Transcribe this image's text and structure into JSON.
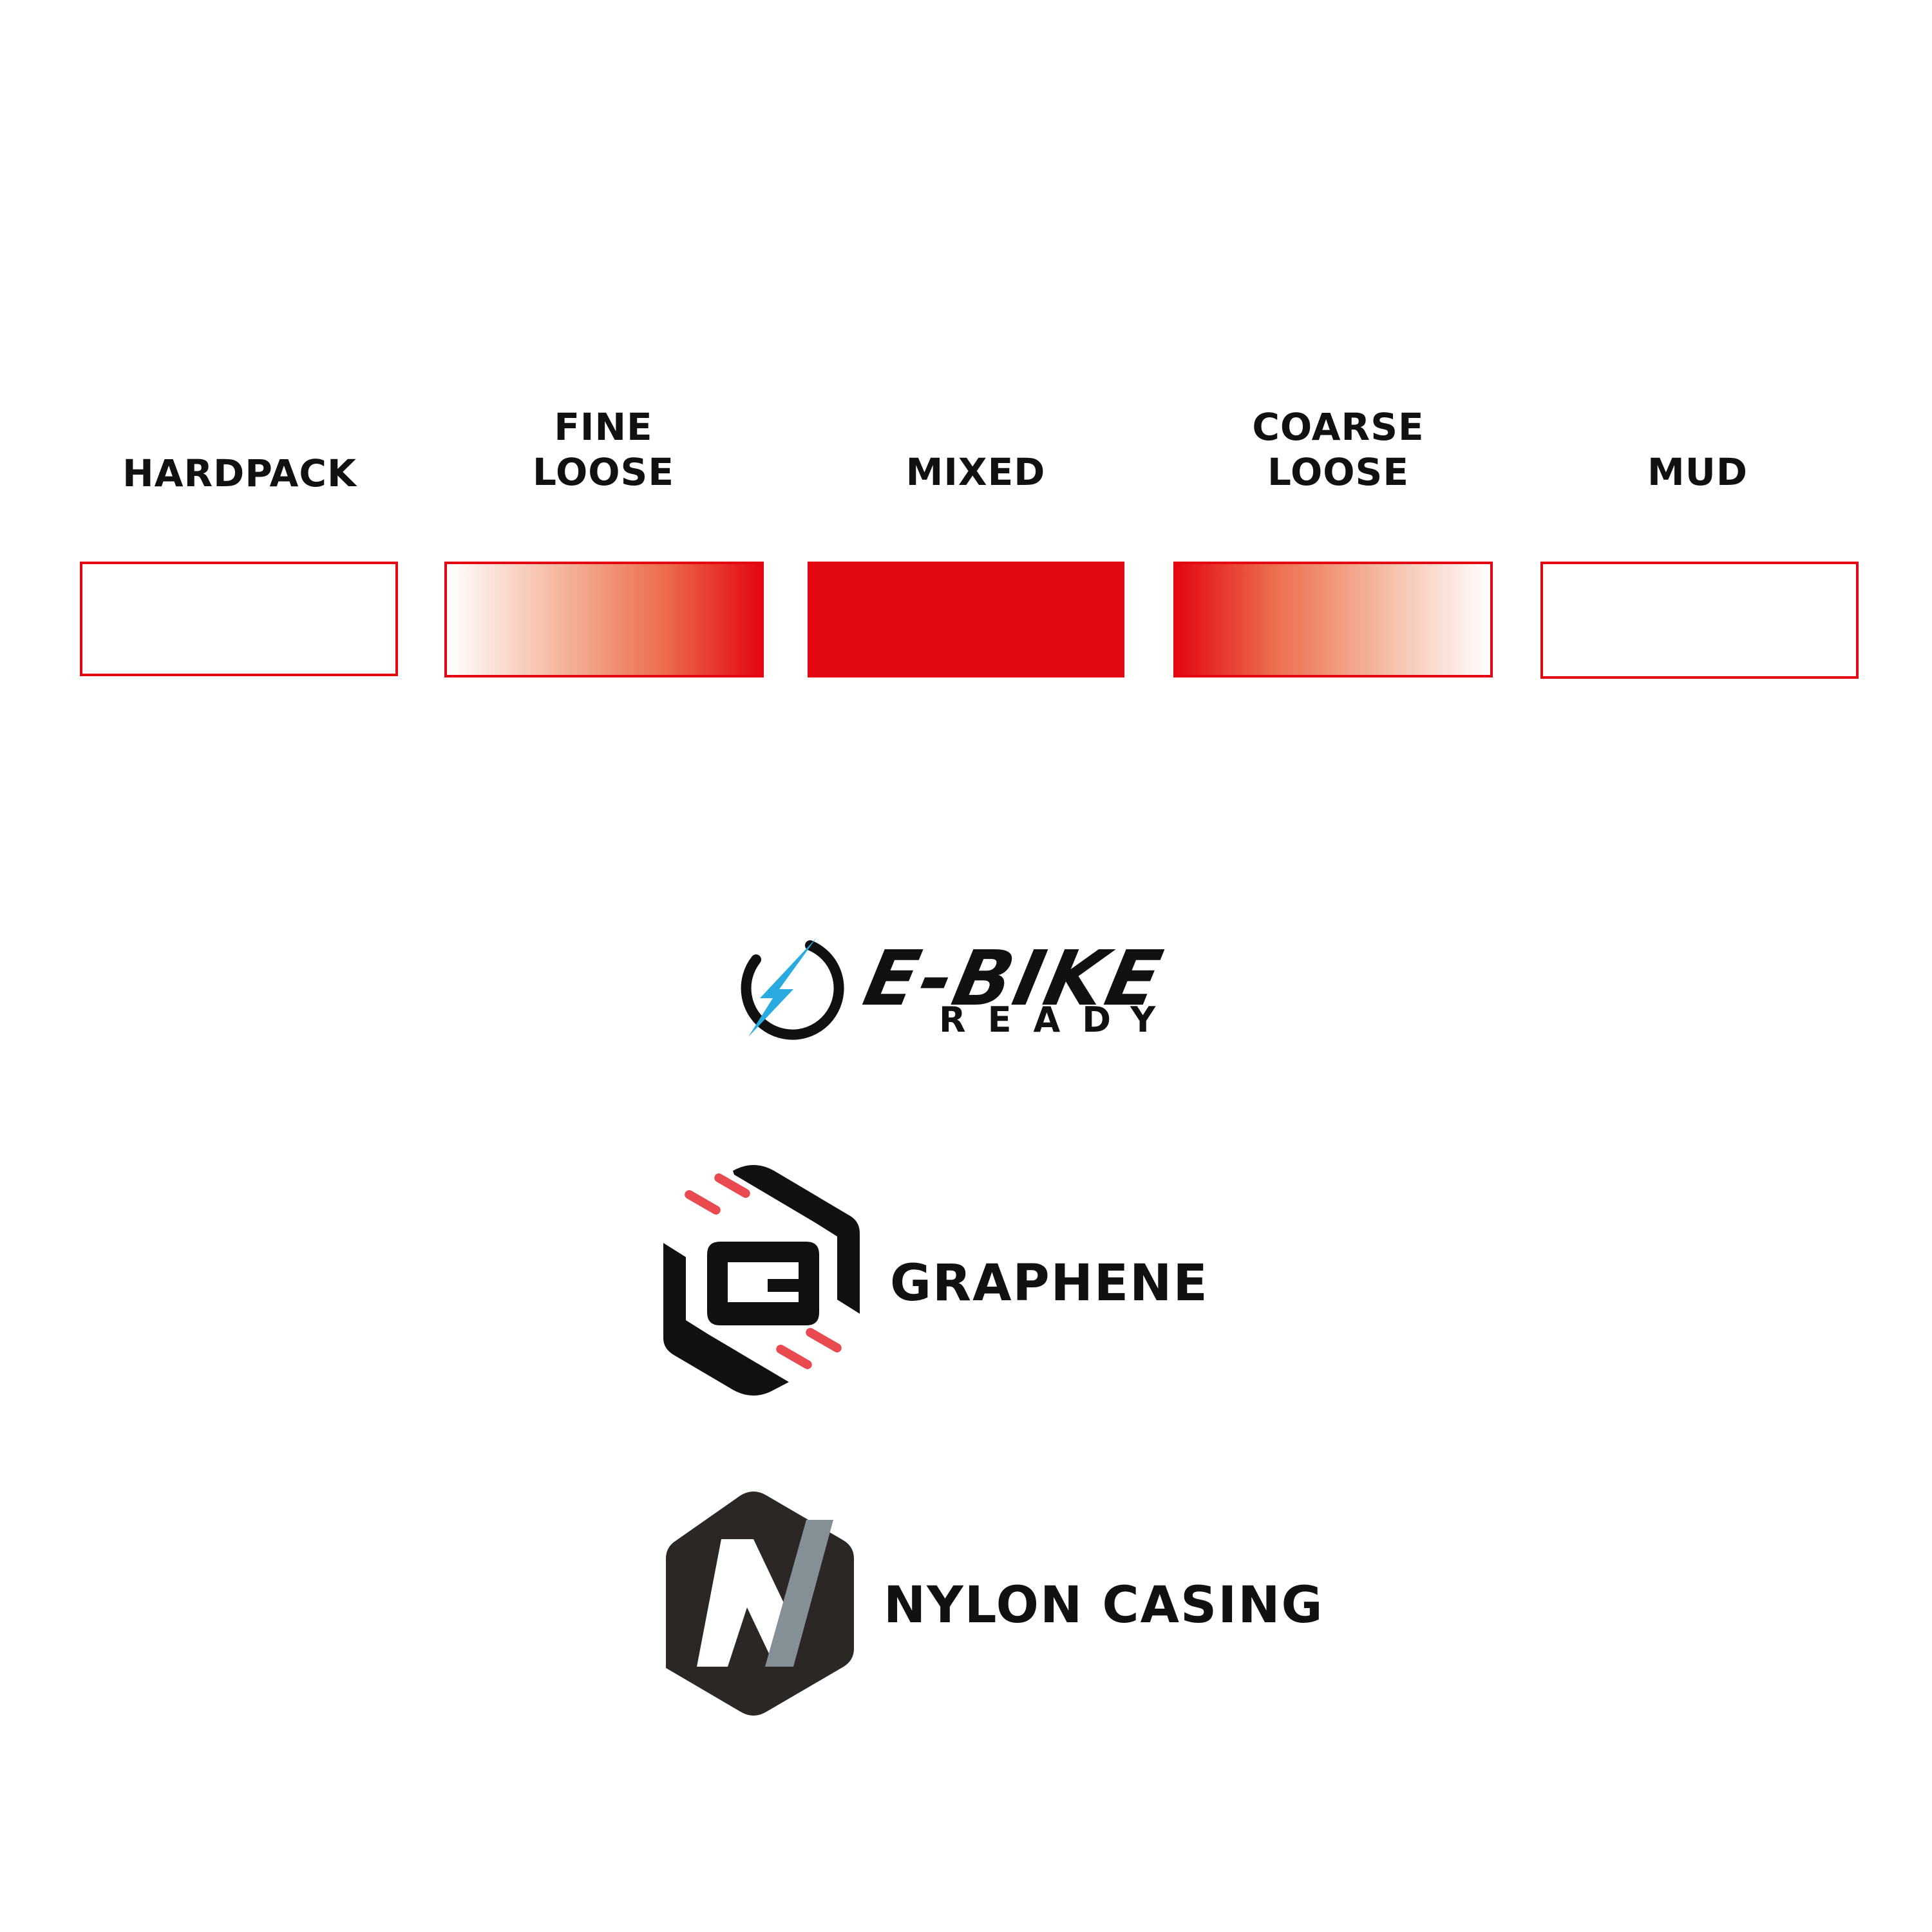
{
  "terrain": {
    "items": [
      {
        "lines": [
          "HARDPACK"
        ],
        "level": 0
      },
      {
        "lines": [
          "FINE",
          "LOOSE"
        ],
        "level": 0.5
      },
      {
        "lines": [
          "MIXED"
        ],
        "level": 1
      },
      {
        "lines": [
          "COARSE",
          "LOOSE"
        ],
        "level": 0.5
      },
      {
        "lines": [
          "MUD"
        ],
        "level": 0
      }
    ]
  },
  "features": {
    "ebike": {
      "title": "E-BIKE",
      "subtitle": "READY",
      "icon": "lightning-bolt-icon",
      "accent": "#29abe2"
    },
    "graphene": {
      "label": "GRAPHENE",
      "icon": "graphene-g-hexagon-icon",
      "accent": "#e84a4f"
    },
    "nylon": {
      "label": "NYLON CASING",
      "icon": "nylon-n-hexagon-icon",
      "accent": "#848f96"
    }
  },
  "colors": {
    "terrain_red": "#e30613",
    "text": "#111111",
    "hexagon_dark": "#2b2724"
  }
}
